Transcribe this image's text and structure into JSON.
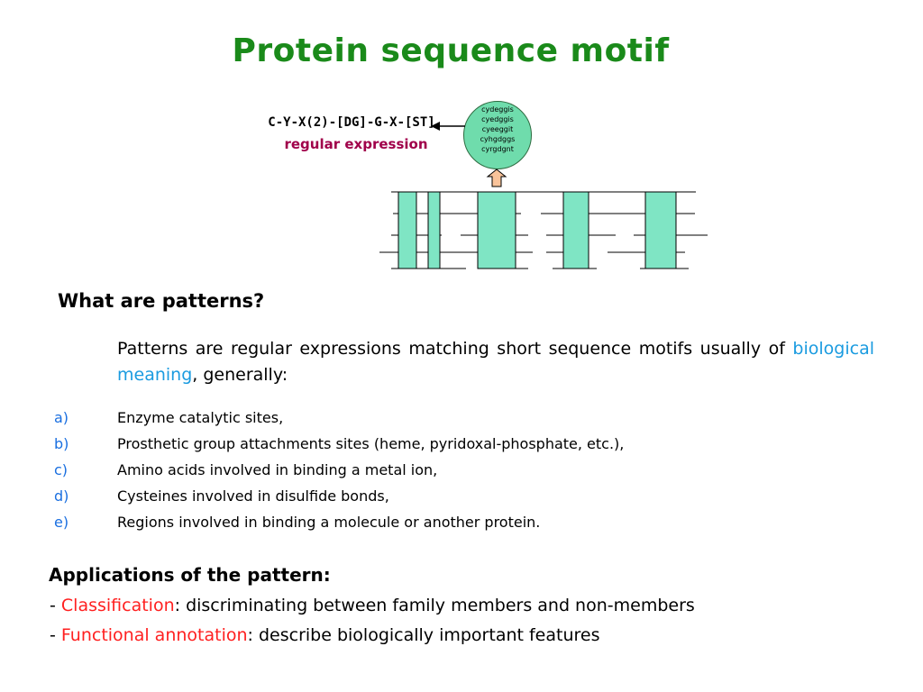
{
  "title": "Protein sequence motif",
  "regex": {
    "pattern": "C-Y-X(2)-[DG]-G-X-[ST]",
    "caption": "regular expression"
  },
  "sequences": [
    "cydeggis",
    "cyedggis",
    "cyeeggit",
    "cyhgdggs",
    "cyrgdgnt"
  ],
  "patterns_section": {
    "heading": "What are patterns?",
    "para_start": "Patterns are regular expressions matching short sequence motifs usually of ",
    "para_highlight": "biological meaning",
    "para_end": ", generally:",
    "items": [
      {
        "marker": "a)",
        "text": "Enzyme catalytic sites,"
      },
      {
        "marker": "b)",
        "text": "Prosthetic group attachments sites (heme, pyridoxal-phosphate, etc.),"
      },
      {
        "marker": "c)",
        "text": "Amino acids involved in binding a metal ion,"
      },
      {
        "marker": "d)",
        "text": "Cysteines involved in disulfide bonds,"
      },
      {
        "marker": "e)",
        "text": "Regions involved in binding a molecule or another protein."
      }
    ]
  },
  "applications_section": {
    "heading": "Applications of the pattern:",
    "items": [
      {
        "dash": "- ",
        "term": "Classification",
        "desc": ": discriminating between family members and non-members"
      },
      {
        "dash": "- ",
        "term": "Functional annotation",
        "desc": ": describe biologically important features"
      }
    ]
  },
  "colors": {
    "title": "#1a8a1a",
    "caption": "#a0004a",
    "highlight": "#1a9be0",
    "term": "#ff2020",
    "marker": "#1a6fe0",
    "circle_fill": "#6fdcac",
    "block_fill": "#7fe5c4",
    "arrow_fill": "#f9c39a"
  },
  "icons": {
    "motif_arrow": "up-arrow-icon",
    "pointer_arrow": "left-arrow-icon"
  }
}
